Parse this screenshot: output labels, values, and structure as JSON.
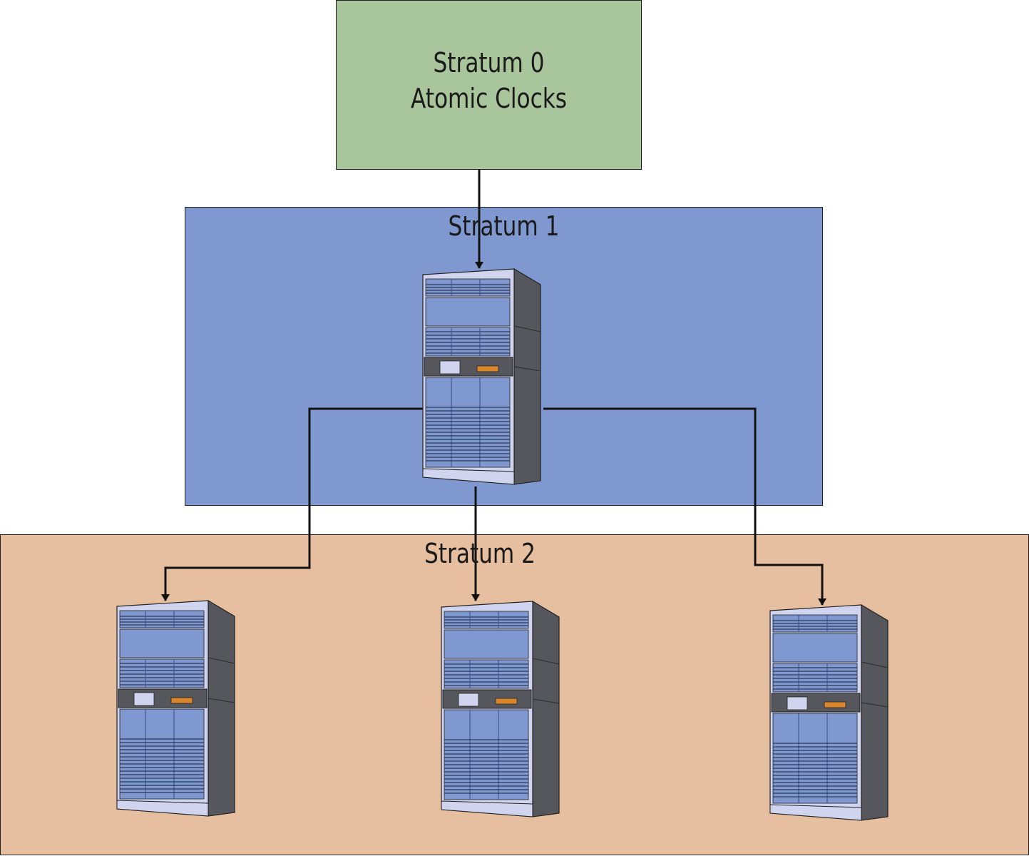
{
  "stratum0": {
    "line1": "Stratum 0",
    "line2": "Atomic Clocks"
  },
  "stratum1": {
    "title": "Stratum 1"
  },
  "stratum2": {
    "title": "Stratum 2"
  },
  "colors": {
    "stratum0_bg": "#a9c59c",
    "stratum1_bg": "#7f98d0",
    "stratum2_bg": "#e5bf9f",
    "server_front": "#7f98d0",
    "server_side": "#55575c",
    "server_frame": "#d0d4ee",
    "status_light": "#d9862c"
  }
}
